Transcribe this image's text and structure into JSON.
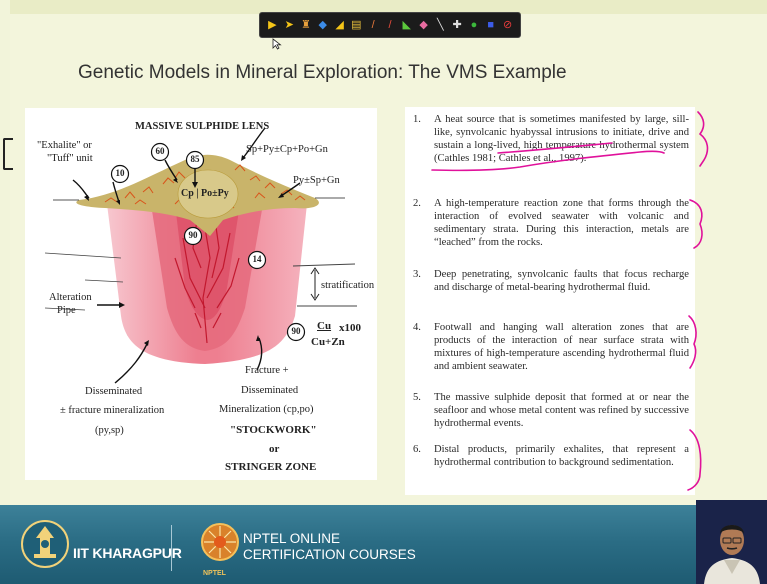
{
  "toolbar": {
    "tools": [
      {
        "icon": "play-next-icon",
        "glyph": "▶",
        "color": "#f5c518"
      },
      {
        "icon": "arrow-pointer-icon",
        "glyph": "➤",
        "color": "#f5c518"
      },
      {
        "icon": "stamp-icon",
        "glyph": "♜",
        "color": "#e8a03c"
      },
      {
        "icon": "highlighter-icon",
        "glyph": "◆",
        "color": "#3c8ce8"
      },
      {
        "icon": "pen-icon",
        "glyph": "◢",
        "color": "#f5c518"
      },
      {
        "icon": "notes-icon",
        "glyph": "▤",
        "color": "#e8c03c"
      },
      {
        "icon": "pencil-icon",
        "glyph": "/",
        "color": "#e87a3c"
      },
      {
        "icon": "marker-icon",
        "glyph": "/",
        "color": "#e84c3c"
      },
      {
        "icon": "brush-icon",
        "glyph": "◣",
        "color": "#5cc83c"
      },
      {
        "icon": "eraser-icon",
        "glyph": "◆",
        "color": "#e86ca0"
      },
      {
        "icon": "line-icon",
        "glyph": "╲",
        "color": "#dddddd"
      },
      {
        "icon": "shapes-icon",
        "glyph": "✚",
        "color": "#dddddd"
      },
      {
        "icon": "laser-icon",
        "glyph": "●",
        "color": "#3cb83c"
      },
      {
        "icon": "color-palette-icon",
        "glyph": "■",
        "color": "#3c5ce8"
      },
      {
        "icon": "clear-icon",
        "glyph": "⊘",
        "color": "#e83c3c"
      }
    ]
  },
  "slide": {
    "title": "Genetic Models in Mineral Exploration: The VMS Example"
  },
  "figure": {
    "heading": "MASSIVE SULPHIDE LENS",
    "exhalite_1": "\"Exhalite\" or",
    "exhalite_2": "\"Tuff\" unit",
    "label_sp": "Sp+Py±Cp+Po+Gn",
    "label_py": "Py±Sp+Gn",
    "label_cp": "Cp | Po±Py",
    "n60": "60",
    "n10": "10",
    "n85": "85",
    "n90a": "90",
    "n14": "14",
    "n90b": "90",
    "stratification": "stratification",
    "alteration_1": "Alteration",
    "alteration_2": "Pipe",
    "cu_ratio": "Cu",
    "cu_mult": "x100",
    "cu_denom": "Cu+Zn",
    "dissem_1": "Disseminated",
    "dissem_2": "± fracture mineralization",
    "dissem_3": "(py,sp)",
    "fracture_1": "Fracture +",
    "fracture_2": "Disseminated",
    "fracture_3": "Mineralization (cp,po)",
    "stockwork": "\"STOCKWORK\"",
    "or": "or",
    "stringer": "STRINGER ZONE"
  },
  "items": [
    {
      "num": "1.",
      "text": "A heat source that is sometimes manifested by large, sill-like, synvolcanic hyabyssal intrusions to initiate, drive and sustain a long-lived, high temperature hydrothermal system (Cathles 1981; Cathles et al., 1997)."
    },
    {
      "num": "2.",
      "text": "A high-temperature reaction zone that forms through the interaction of evolved seawater with volcanic and sedimentary strata. During this interaction, metals are “leached” from the rocks."
    },
    {
      "num": "3.",
      "text": "Deep penetrating, synvolcanic faults that focus recharge and discharge of metal-bearing hydrothermal fluid."
    },
    {
      "num": "4.",
      "text": "Footwall and hanging wall alteration zones that are products of the interaction of near surface strata with mixtures of high-temperature ascending hydrothermal fluid and ambient seawater."
    },
    {
      "num": "5.",
      "text": "The massive sulphide deposit that formed at or near the seafloor and whose metal content was refined by successive hydrothermal events."
    },
    {
      "num": "6.",
      "text": "Distal products, primarily exhalites, that represent a hydrothermal contribution to background sedimentation."
    }
  ],
  "footer": {
    "institute": "IIT KHARAGPUR",
    "nptel_line1": "NPTEL ONLINE",
    "nptel_line2": "CERTIFICATION COURSES",
    "nptel_small": "NPTEL"
  }
}
